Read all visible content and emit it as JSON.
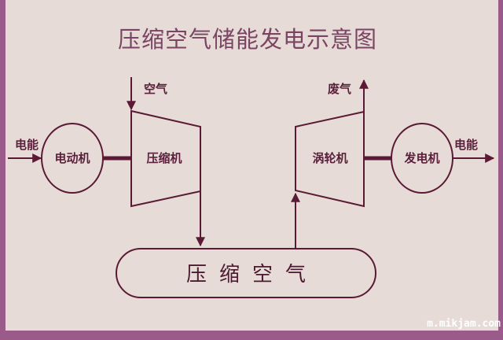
{
  "title": "压缩空气储能发电示意图",
  "left": {
    "input_label": "电能",
    "motor_label": "电动机",
    "compressor_label": "压缩机",
    "air_in_label": "空气"
  },
  "right": {
    "turbine_label": "涡轮机",
    "generator_label": "发电机",
    "output_label": "电能",
    "exhaust_label": "废气"
  },
  "tank_label": "压缩空气",
  "watermark": "m.mikjam.com",
  "colors": {
    "background": "#e6dbd7",
    "border": "#9b5b8a",
    "line": "#5a1a35",
    "title": "#7a4462"
  }
}
